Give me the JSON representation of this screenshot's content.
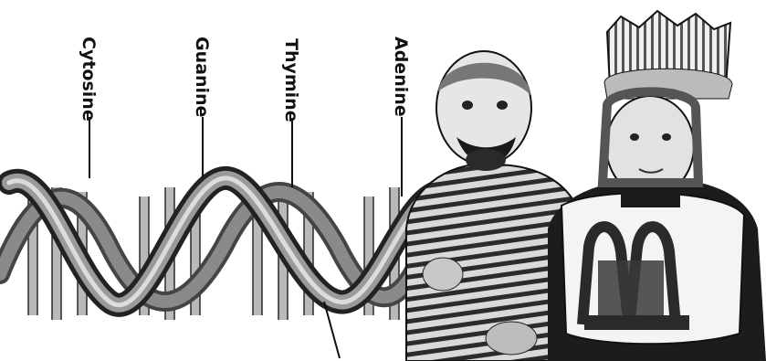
{
  "dna_diagram": {
    "bases": [
      {
        "label": "Cytosine"
      },
      {
        "label": "Guanine"
      },
      {
        "label": "Thymine"
      },
      {
        "label": "Adenine"
      }
    ]
  },
  "photo": {
    "subjects": [
      "baby-striped-pajamas",
      "child-fries-costume"
    ]
  },
  "colors": {
    "ink": "#111111",
    "strand_dark": "#2a2a2a",
    "strand_mid": "#777777",
    "rung": "#cfcfcf",
    "background": "#ffffff"
  }
}
